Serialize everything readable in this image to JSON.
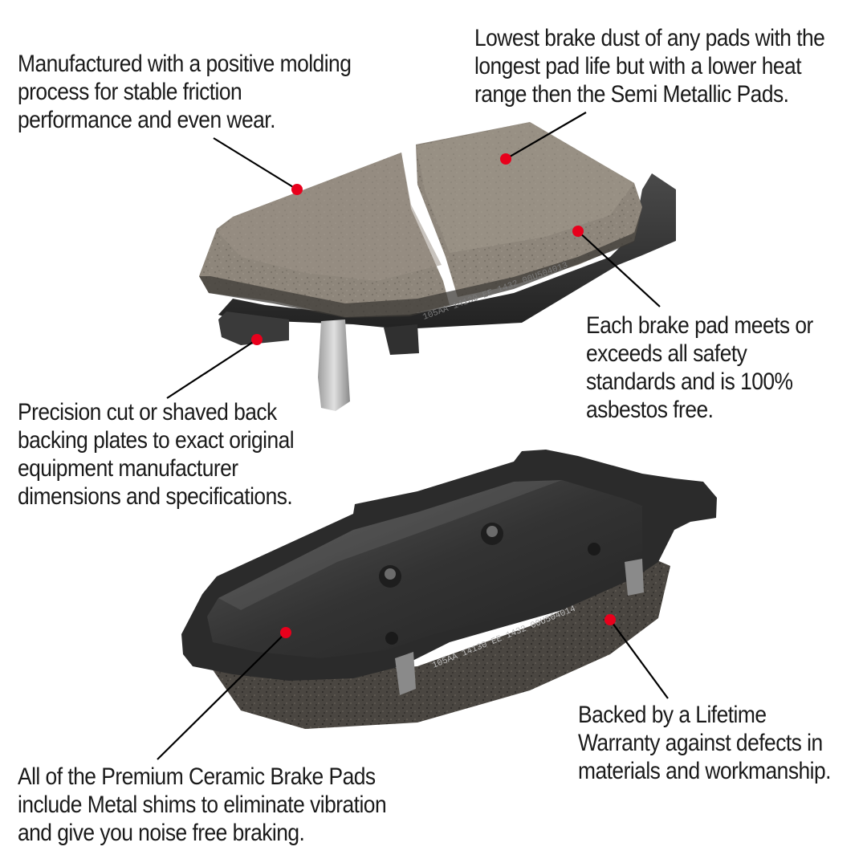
{
  "callouts": {
    "molding": {
      "lines": [
        "Manufactured with a positive molding",
        "process for stable friction",
        "performance and even wear."
      ]
    },
    "dust": {
      "lines": [
        "Lowest brake dust of any pads with the",
        "longest pad life but with a lower heat",
        "range then the Semi Metallic Pads."
      ]
    },
    "safety": {
      "lines": [
        "Each brake pad meets or",
        "exceeds all safety",
        "standards and is 100%",
        "asbestos free."
      ]
    },
    "backing": {
      "lines": [
        "Precision cut or shaved back",
        "backing plates to exact original",
        "equipment manufacturer",
        "dimensions and specifications."
      ]
    },
    "warranty": {
      "lines": [
        "Backed by a Lifetime",
        "Warranty against defects in",
        "materials and workmanship."
      ]
    },
    "shims": {
      "lines": [
        "All of the Premium Ceramic Brake Pads",
        "include Metal shims to eliminate vibration",
        "and give you noise free braking."
      ]
    }
  },
  "pad_markings": {
    "top": "105AA 14130 EE 1432 00U504013",
    "bottom": "105AA 14130 EE 1432 00U504014"
  },
  "colors": {
    "marker": "#e8001c",
    "leader": "#000000",
    "friction": "#8f877c",
    "backing_plate": "#2e2e2e"
  }
}
